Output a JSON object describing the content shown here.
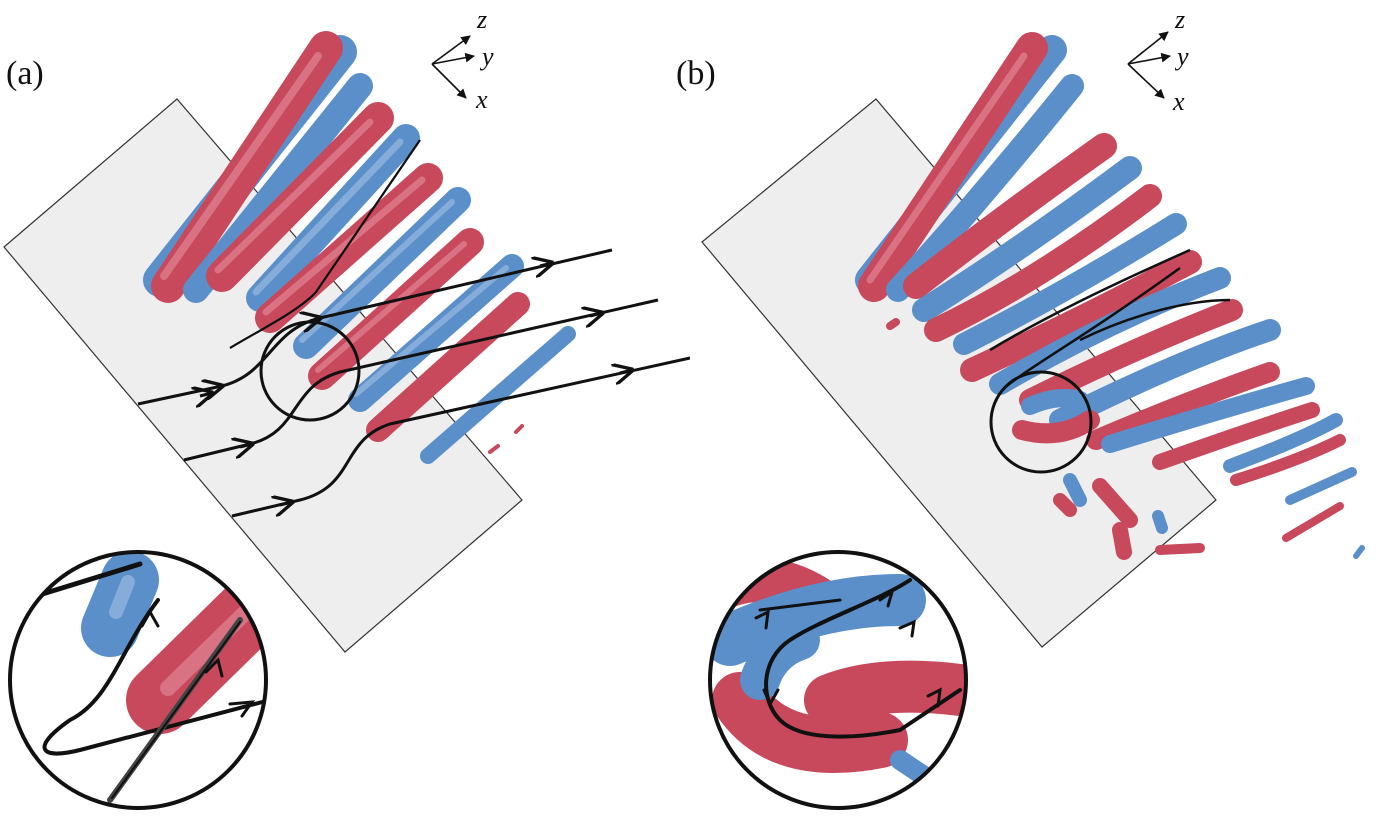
{
  "figure": {
    "panels": [
      {
        "id": "a",
        "label": "(a)",
        "axes": {
          "z": "z",
          "y": "y",
          "x": "x"
        },
        "zoom_inset": true
      },
      {
        "id": "b",
        "label": "(b)",
        "axes": {
          "z": "z",
          "y": "y",
          "x": "x"
        },
        "zoom_inset": true
      }
    ],
    "colors": {
      "positive_vortex": "#c8485c",
      "negative_vortex": "#5b8fc9",
      "streamline": "#111111",
      "plate": "#eeeeee",
      "plate_edge": "#333333"
    }
  }
}
